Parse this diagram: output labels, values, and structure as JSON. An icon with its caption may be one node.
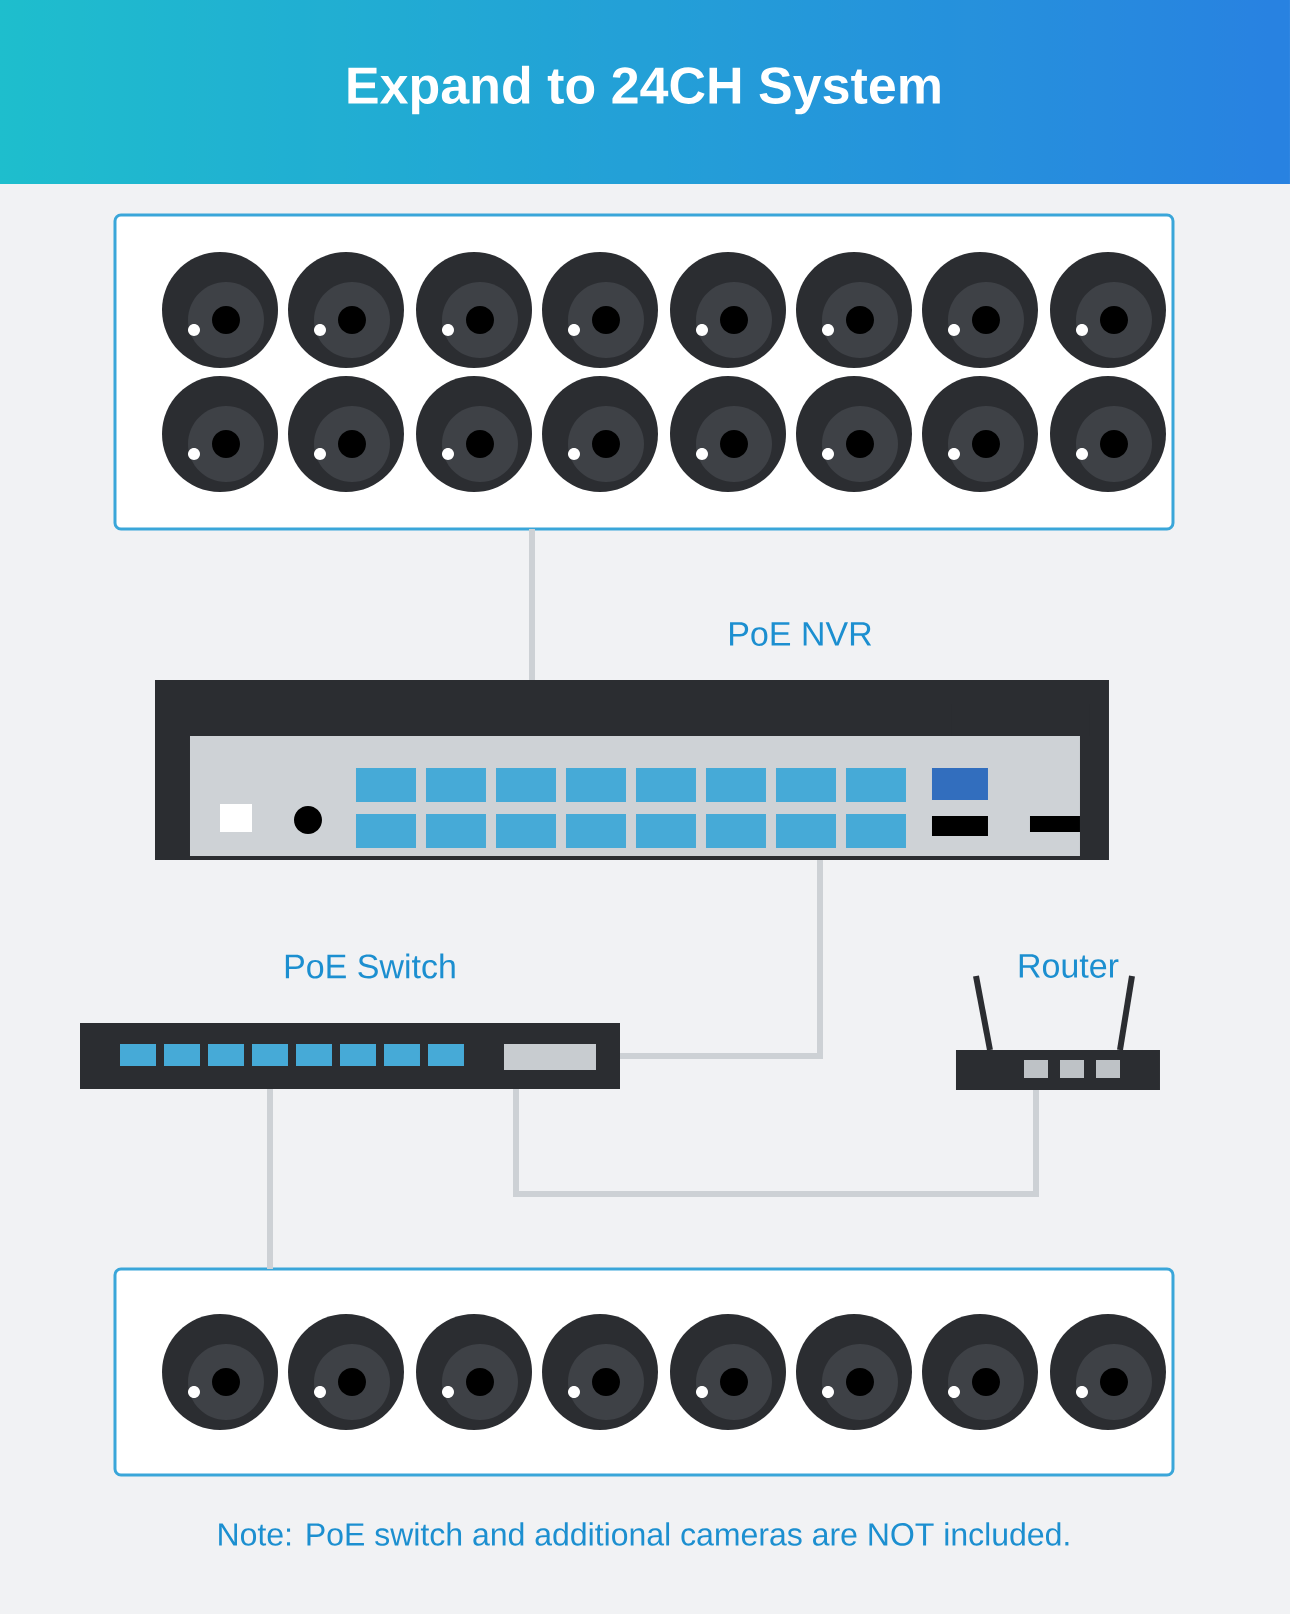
{
  "diagram": {
    "title": "Expand to 24CH System",
    "nodes": [
      {
        "text": [],
        "shape": "box"
      },
      {
        "text": [
          "PoE NVR"
        ]
      },
      {
        "text": [
          "PoE Switch"
        ]
      },
      {
        "text": [
          "Router"
        ]
      },
      {
        "text": [],
        "shape": "box"
      }
    ],
    "edges": [
      {
        "from": 0,
        "to": 1,
        "arrow": "none"
      },
      {
        "from": 1,
        "to": 2,
        "arrow": "none"
      },
      {
        "from": 3,
        "to": 2,
        "arrow": "none"
      },
      {
        "from": 2,
        "to": 4,
        "arrow": "none"
      }
    ],
    "labels": [
      "Note: PoE switch and additional cameras are NOT included."
    ]
  }
}
